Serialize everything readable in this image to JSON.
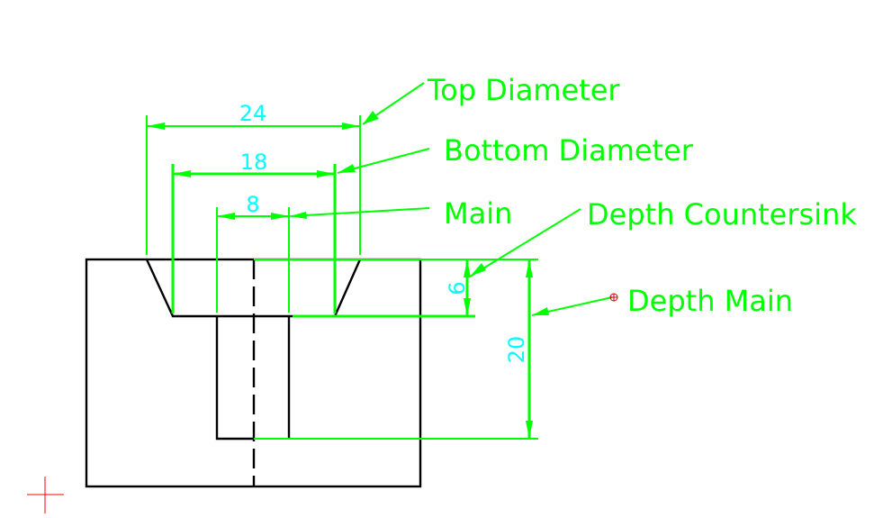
{
  "dimensions": {
    "top_diameter": "24",
    "bottom_diameter": "18",
    "main_diameter": "8",
    "depth_countersink": "6",
    "depth_main": "20"
  },
  "labels": {
    "top_diameter": "Top Diameter",
    "bottom_diameter": "Bottom Diameter",
    "main": "Main",
    "depth_countersink": "Depth Countersink",
    "depth_main": "Depth Main"
  },
  "colors": {
    "geometry": "#000000",
    "dimension_lines": "#00ff00",
    "dimension_text": "#00ffff",
    "ucs_marker": "#ff0000"
  }
}
